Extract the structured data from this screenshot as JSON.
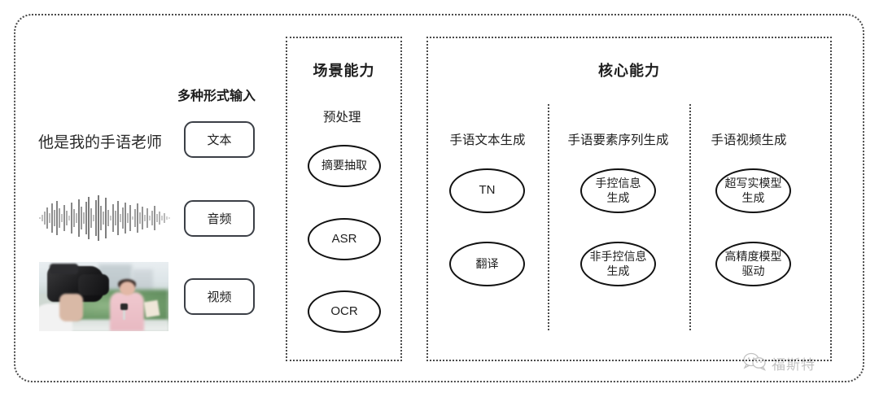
{
  "diagram": {
    "input_panel": {
      "title": "多种形式输入",
      "sentence": "他是我的手语老师",
      "modalities": [
        {
          "label": "文本",
          "icon": "text-icon"
        },
        {
          "label": "音频",
          "icon": "waveform-icon"
        },
        {
          "label": "视频",
          "icon": "video-thumbnail-icon"
        }
      ]
    },
    "scene_section": {
      "title": "场景能力",
      "group_label": "预处理",
      "nodes": [
        {
          "label": "摘要抽取",
          "latin": false
        },
        {
          "label": "ASR",
          "latin": true
        },
        {
          "label": "OCR",
          "latin": true
        }
      ]
    },
    "core_section": {
      "title": "核心能力",
      "columns": [
        {
          "header": "手语文本生成",
          "nodes": [
            {
              "label": "TN",
              "latin": true
            },
            {
              "label": "翻译",
              "latin": false
            }
          ]
        },
        {
          "header": "手语要素序列生成",
          "nodes": [
            {
              "label": "手控信息\n生成",
              "latin": false
            },
            {
              "label": "非手控信息\n生成",
              "latin": false
            }
          ]
        },
        {
          "header": "手语视频生成",
          "nodes": [
            {
              "label": "超写实模型\n生成",
              "latin": false
            },
            {
              "label": "高精度模型\n驱动",
              "latin": false
            }
          ]
        }
      ]
    },
    "watermark": {
      "text": "福斯特",
      "icon": "wechat-bubble-icon"
    },
    "colors": {
      "border": "#4a4a4a",
      "node_stroke": "#111111",
      "chip_stroke": "#3b3f46",
      "text": "#1d1d1d",
      "background": "#ffffff"
    }
  }
}
